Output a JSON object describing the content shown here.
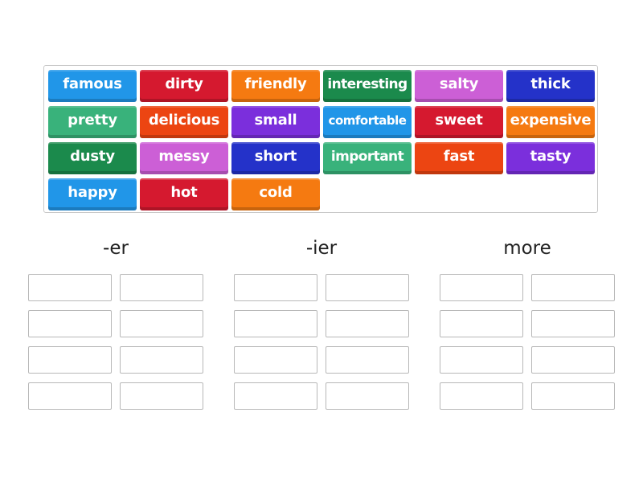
{
  "tiles": [
    {
      "label": "famous",
      "color": "#2196e8"
    },
    {
      "label": "dirty",
      "color": "#d5192f"
    },
    {
      "label": "friendly",
      "color": "#f57a11"
    },
    {
      "label": "interesting",
      "color": "#1b8a4c"
    },
    {
      "label": "salty",
      "color": "#cc5fd6"
    },
    {
      "label": "thick",
      "color": "#2432c9"
    },
    {
      "label": "pretty",
      "color": "#39b27b"
    },
    {
      "label": "delicious",
      "color": "#ec4512"
    },
    {
      "label": "small",
      "color": "#7b2fdc"
    },
    {
      "label": "comfortable",
      "color": "#2196e8"
    },
    {
      "label": "sweet",
      "color": "#d5192f"
    },
    {
      "label": "expensive",
      "color": "#f57a11"
    },
    {
      "label": "dusty",
      "color": "#1b8a4c"
    },
    {
      "label": "messy",
      "color": "#cc5fd6"
    },
    {
      "label": "short",
      "color": "#2432c9"
    },
    {
      "label": "important",
      "color": "#39b27b"
    },
    {
      "label": "fast",
      "color": "#ec4512"
    },
    {
      "label": "tasty",
      "color": "#7b2fdc"
    },
    {
      "label": "happy",
      "color": "#2196e8"
    },
    {
      "label": "hot",
      "color": "#d5192f"
    },
    {
      "label": "cold",
      "color": "#f57a11"
    }
  ],
  "groups": [
    {
      "title": "-er"
    },
    {
      "title": "-ier"
    },
    {
      "title": "more"
    }
  ]
}
